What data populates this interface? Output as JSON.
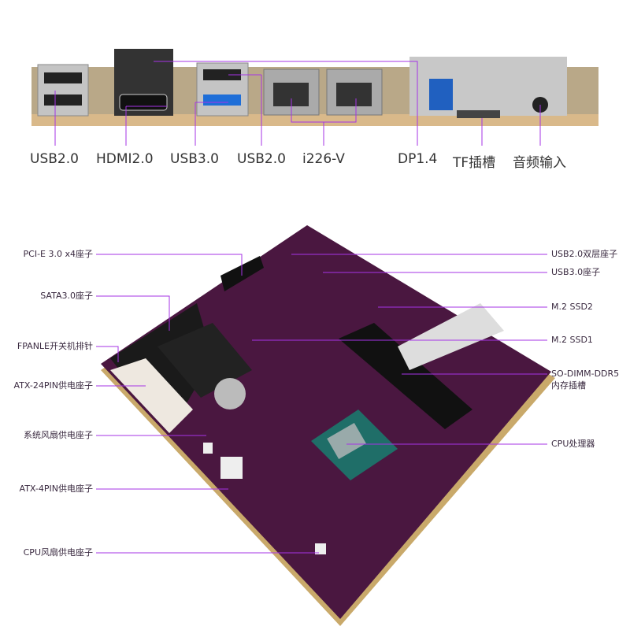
{
  "accent_color": "#a533e6",
  "board_color": "#4a1740",
  "top_view": {
    "labels": [
      "USB2.0",
      "HDMI2.0",
      "USB3.0",
      "USB2.0",
      "i226-V",
      "DP1.4",
      "TF插槽",
      "音频输入"
    ]
  },
  "main_view": {
    "left_labels": [
      "PCI-E 3.0 x4座子",
      "SATA3.0座子",
      "FPANLE开关机排针",
      "ATX-24PIN供电座子",
      "系统风扇供电座子",
      "ATX-4PIN供电座子",
      "CPU风扇供电座子"
    ],
    "right_labels": [
      "USB2.0双层座子",
      "USB3.0座子",
      "M.2 SSD2",
      "M.2 SSD1",
      "SO-DIMM-DDR5",
      "内存插槽",
      "CPU处理器"
    ]
  }
}
